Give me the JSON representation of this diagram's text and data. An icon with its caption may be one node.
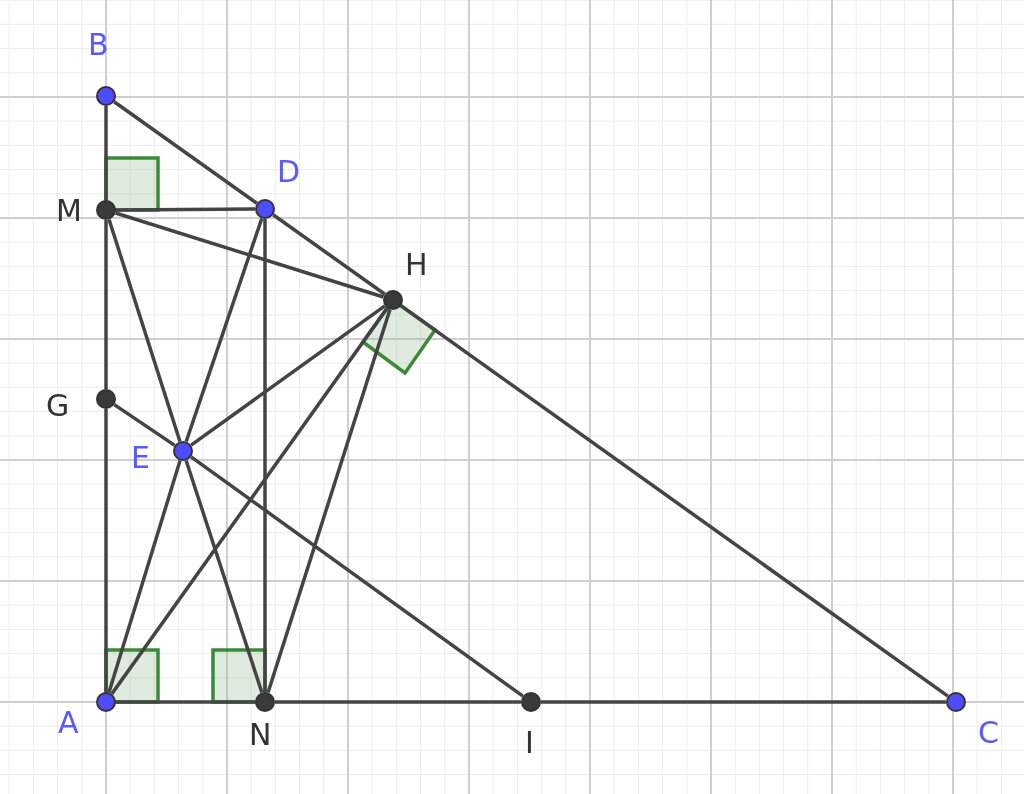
{
  "diagram": {
    "nodes": [
      {
        "text": [
          "B"
        ]
      },
      {
        "text": [
          "D"
        ]
      },
      {
        "text": [
          "M"
        ]
      },
      {
        "text": [
          "H"
        ]
      },
      {
        "text": [
          "G"
        ]
      },
      {
        "text": [
          "E"
        ]
      },
      {
        "text": [
          "A"
        ]
      },
      {
        "text": [
          "N"
        ]
      },
      {
        "text": [
          "I"
        ]
      },
      {
        "text": [
          "C"
        ]
      }
    ],
    "edges": [
      {
        "from": 0,
        "to": 2,
        "arrow": "none"
      },
      {
        "from": 2,
        "to": 4,
        "arrow": "none"
      },
      {
        "from": 4,
        "to": 6,
        "arrow": "none"
      },
      {
        "from": 0,
        "to": 1,
        "arrow": "none"
      },
      {
        "from": 1,
        "to": 3,
        "arrow": "none"
      },
      {
        "from": 3,
        "to": 9,
        "arrow": "none"
      },
      {
        "from": 6,
        "to": 7,
        "arrow": "none"
      },
      {
        "from": 7,
        "to": 8,
        "arrow": "none"
      },
      {
        "from": 8,
        "to": 9,
        "arrow": "none"
      },
      {
        "from": 2,
        "to": 1,
        "arrow": "none"
      },
      {
        "from": 2,
        "to": 3,
        "arrow": "none"
      },
      {
        "from": 1,
        "to": 7,
        "arrow": "none"
      },
      {
        "from": 2,
        "to": 5,
        "arrow": "none"
      },
      {
        "from": 5,
        "to": 7,
        "arrow": "none"
      },
      {
        "from": 1,
        "to": 5,
        "arrow": "none"
      },
      {
        "from": 5,
        "to": 6,
        "arrow": "none"
      },
      {
        "from": 5,
        "to": 3,
        "arrow": "none"
      },
      {
        "from": 3,
        "to": 6,
        "arrow": "none"
      },
      {
        "from": 3,
        "to": 7,
        "arrow": "none"
      },
      {
        "from": 4,
        "to": 5,
        "arrow": "none"
      },
      {
        "from": 5,
        "to": 8,
        "arrow": "none"
      }
    ]
  }
}
